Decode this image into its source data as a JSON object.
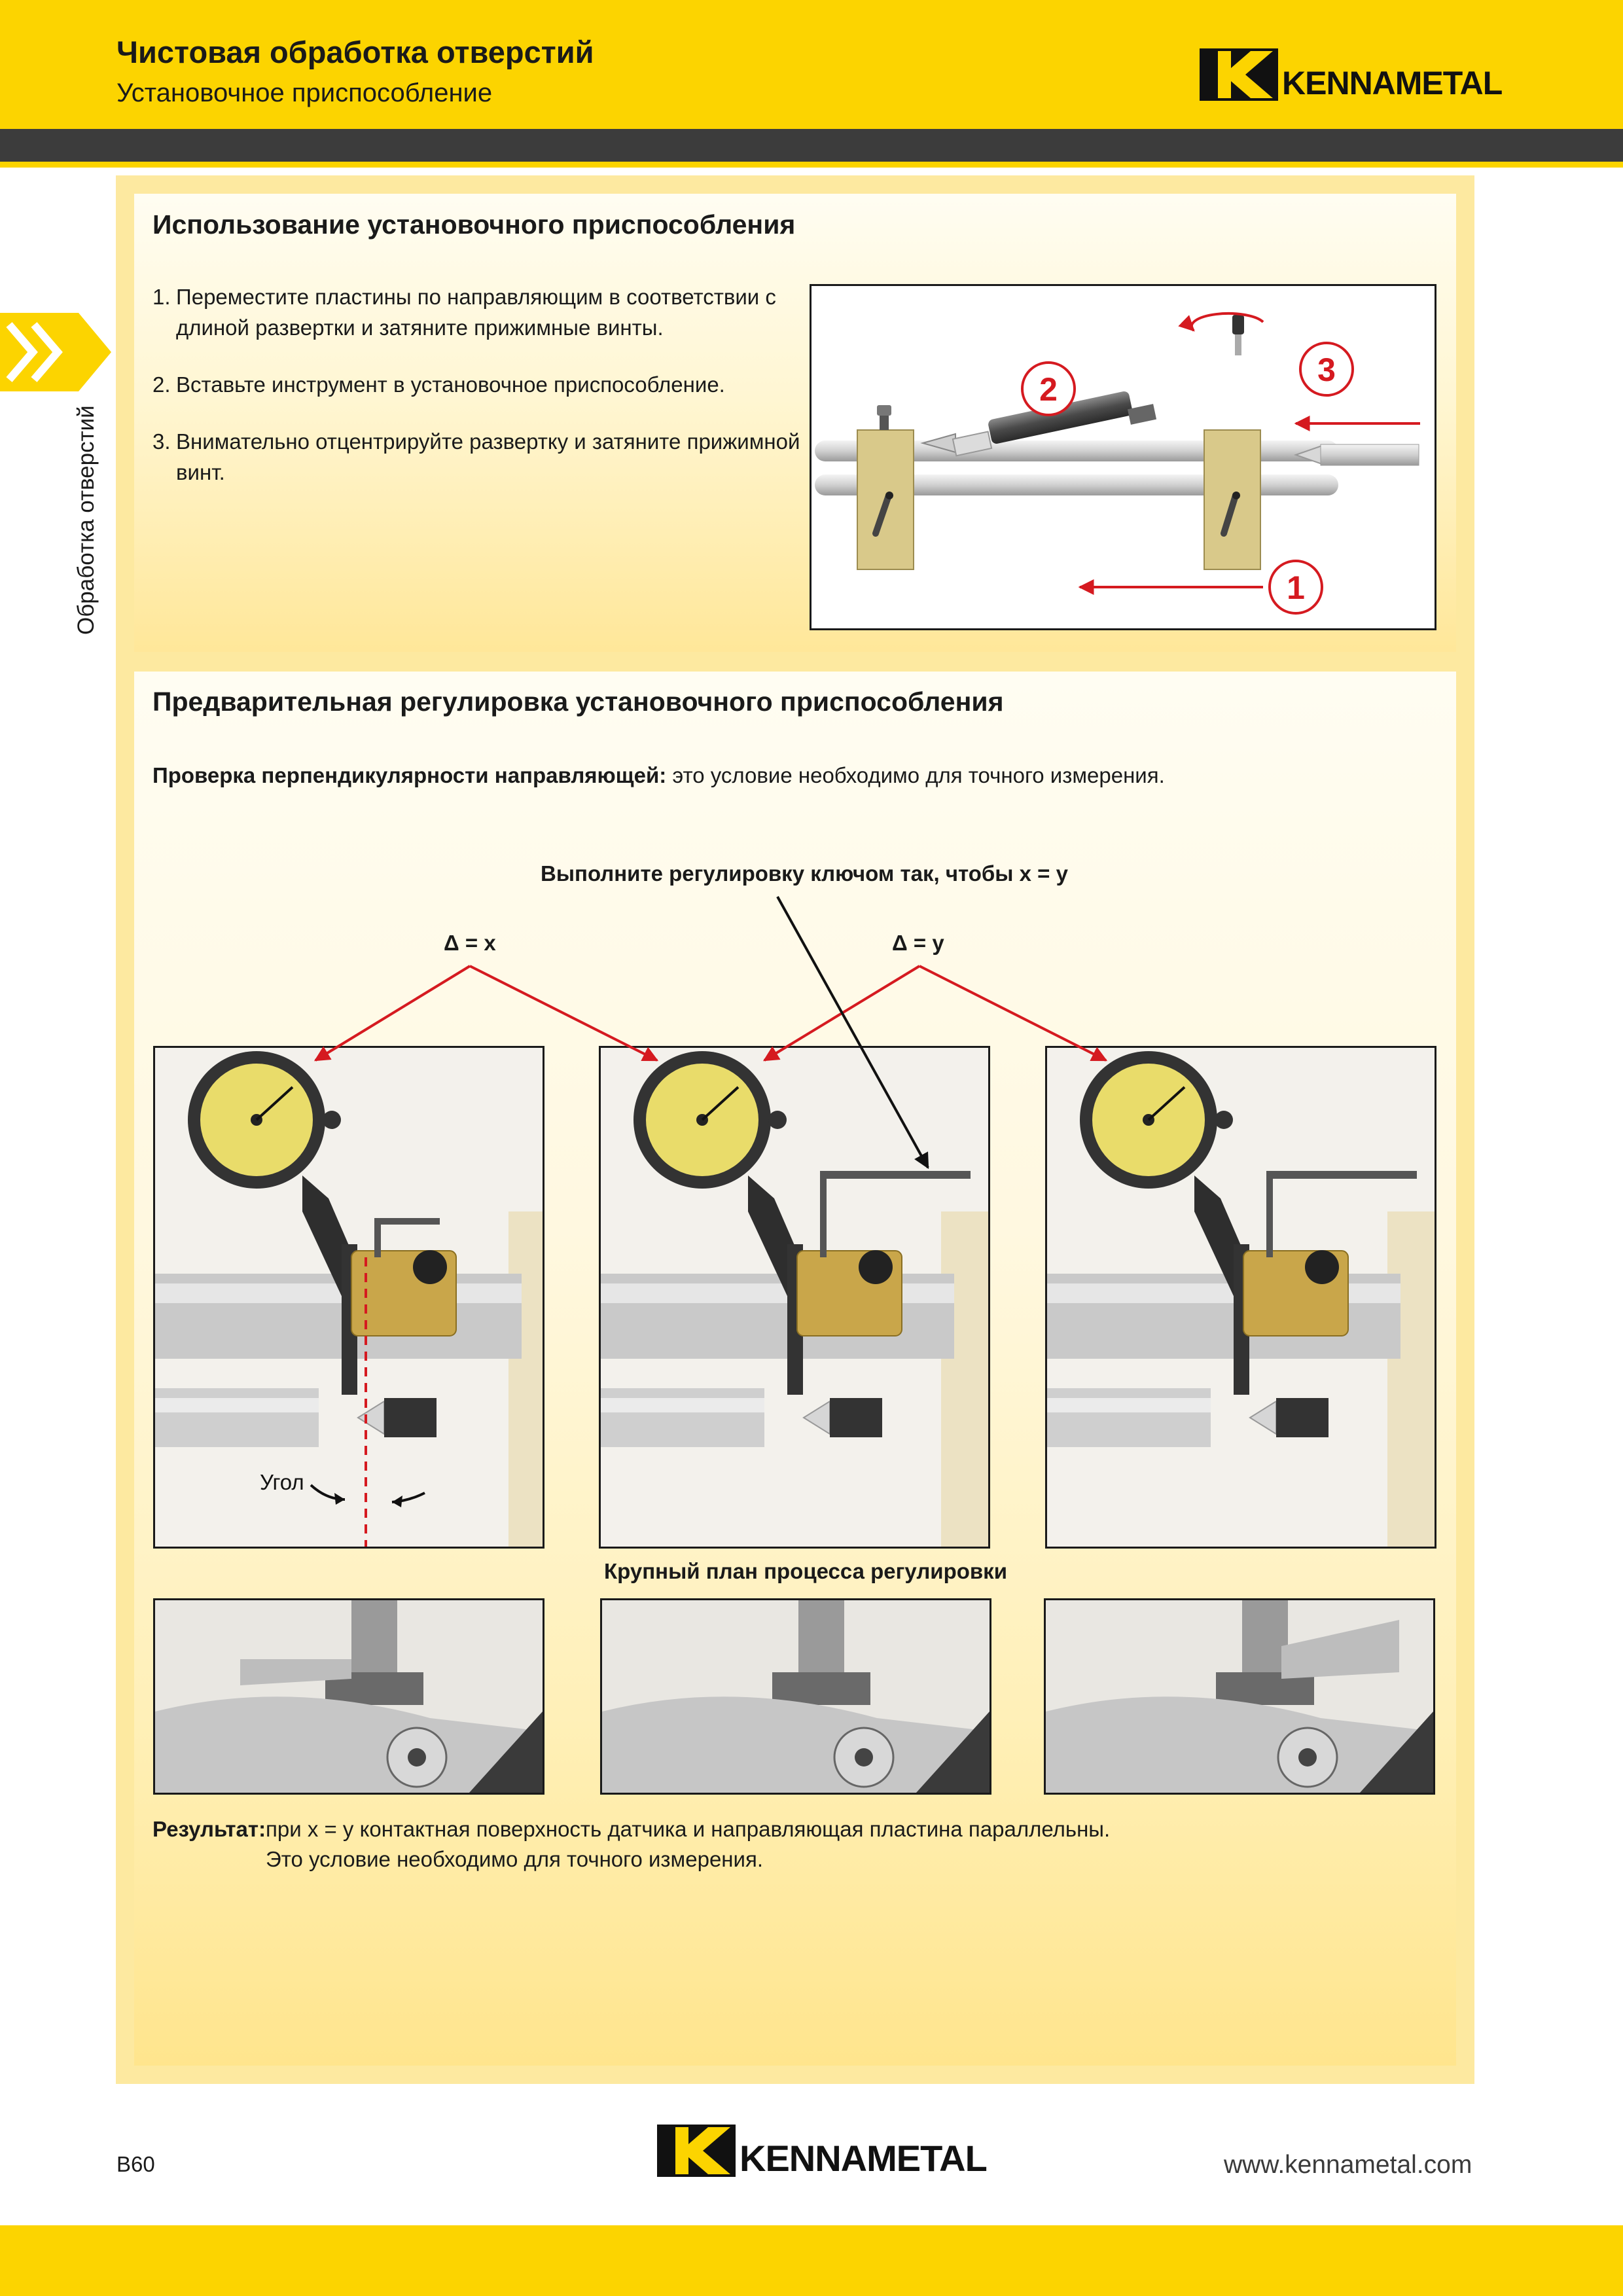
{
  "header": {
    "title": "Чистовая обработка отверстий",
    "subtitle": "Установочное приспособление",
    "brand": "KENNAMETAL",
    "brand_color": "#fcd400",
    "dark_band_color": "#3c3c3c"
  },
  "side_tab": {
    "label": "Обработка отверстий",
    "icon": "double-chevron-right-icon"
  },
  "section1": {
    "heading": "Использование установочного приспособления",
    "steps": [
      {
        "num": "1.",
        "text": "Переместите пластины по направляющим в соответствии с длиной развертки и затяните прижимные винты."
      },
      {
        "num": "2.",
        "text": "Вставьте инструмент в установочное приспособление."
      },
      {
        "num": "3.",
        "text": "Внимательно отцентрируйте развертку и затяните прижимной винт."
      }
    ],
    "diagram_callouts": [
      "1",
      "2",
      "3"
    ]
  },
  "section2": {
    "heading": "Предварительная регулировка установочного приспособления",
    "perp_bold": "Проверка перпендикулярности направляющей:",
    "perp_text": " это условие необходимо для точного измерения.",
    "adjust_label": "Выполните регулировку ключом так, чтобы x = y",
    "delta_x": "Δ = x",
    "delta_y": "Δ = y",
    "angle_label": "Угол",
    "closeup_caption": "Крупный план процесса регулировки",
    "result_label": "Результат:",
    "result_line1": "при x = y контактная поверхность датчика и направляющая пластина параллельны.",
    "result_line2": "Это условие необходимо для точного измерения."
  },
  "footer": {
    "page": "B60",
    "brand": "KENNAMETAL",
    "website": "www.kennametal.com"
  }
}
